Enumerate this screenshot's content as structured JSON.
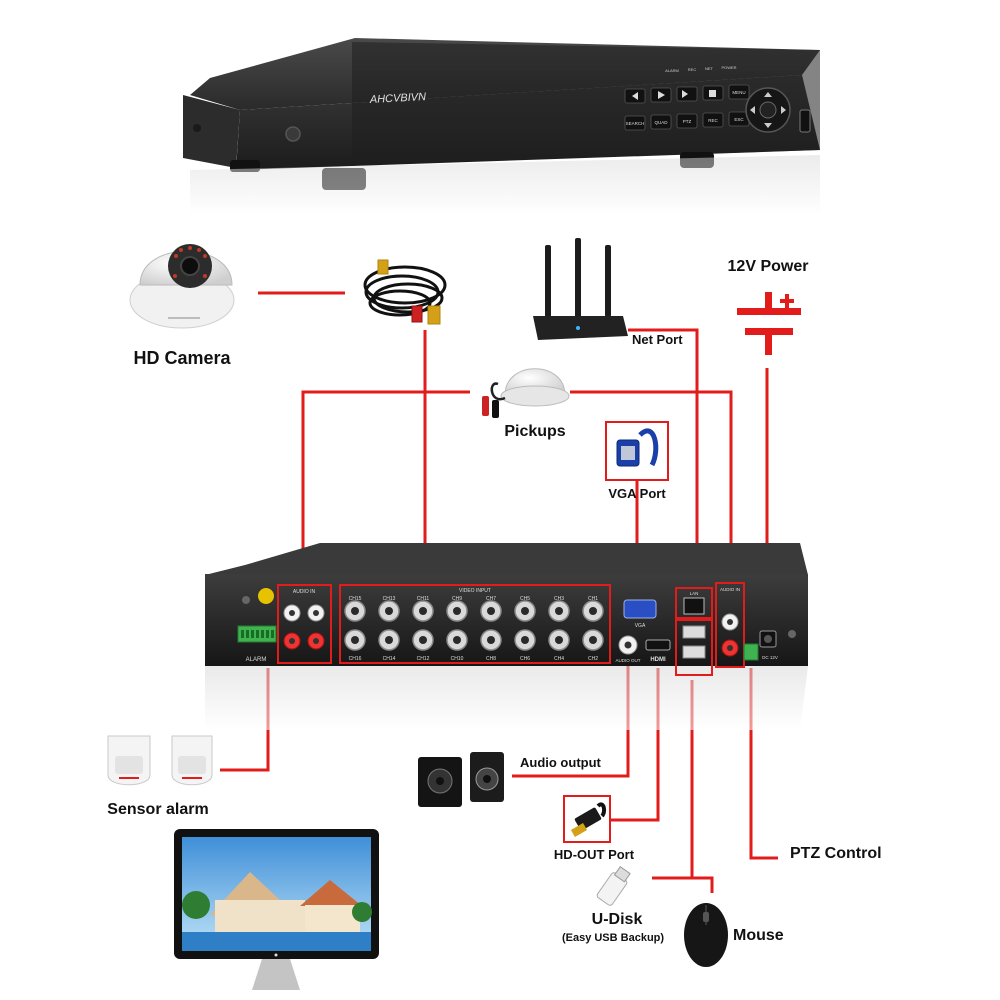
{
  "brand": {
    "name": "AHCVBIVN",
    "accent_wire": "#e21b1b",
    "device_color": "#2b2b2b"
  },
  "dvr_front": {
    "buttons_row1": [
      "",
      "",
      "",
      "",
      "MENU"
    ],
    "buttons_row2": [
      "SEARCH",
      "QUAD",
      "PTZ",
      "REC",
      "ESC"
    ],
    "indicators": [
      "ALARM",
      "REC",
      "NET",
      "POWER"
    ]
  },
  "dvr_back": {
    "audio_in_left": "AUDIO IN",
    "audio_in_right": "AUDIO IN",
    "video_input": "VIDEO INPUT",
    "channels_top": [
      "CH15",
      "CH13",
      "CH11",
      "CH9",
      "CH7",
      "CH5",
      "CH3",
      "CH1"
    ],
    "channels_bottom": [
      "CH16",
      "CH14",
      "CH12",
      "CH10",
      "CH8",
      "CH6",
      "CH4",
      "CH2"
    ],
    "vga": "VGA",
    "lan": "LAN",
    "audio_out": "AUDIO OUT",
    "hdmi": "HDMI",
    "alarm": "ALARM",
    "dc": "DC 12V"
  },
  "labels": {
    "hd_camera": "HD Camera",
    "power": "12V Power",
    "net_port": "Net Port",
    "pickups": "Pickups",
    "vga_port": "VGA Port",
    "audio_output": "Audio output",
    "sensor_alarm": "Sensor alarm",
    "hd_out_port": "HD-OUT Port",
    "ptz_control": "PTZ Control",
    "u_disk": "U-Disk",
    "u_disk_note": "(Easy USB Backup)",
    "mouse": "Mouse"
  },
  "icons": [
    "dome-camera-icon",
    "bnc-cable-icon",
    "router-icon",
    "dc-power-symbol-icon",
    "microphone-pickup-icon",
    "vga-connector-icon",
    "speakers-icon",
    "pir-sensor-icon",
    "monitor-icon",
    "hdmi-connector-icon",
    "usb-disk-icon",
    "mouse-icon"
  ]
}
